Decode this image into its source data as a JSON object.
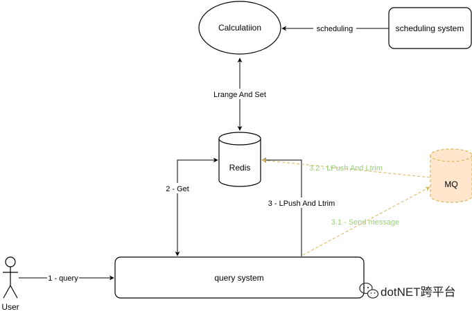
{
  "nodes": {
    "calculation": "Calculatiion",
    "scheduling_system": "scheduling system",
    "redis": "Redis",
    "mq": "MQ",
    "query_system": "query system",
    "user": "User"
  },
  "edges": {
    "scheduling": "scheduling",
    "lrange_and_set": "Lrange And Set",
    "get": "2 - Get",
    "lpush_and_ltrim": "3 - LPush And Ltrim",
    "mq_lpush_and_ltrim": "3.2 - LPush And Ltrim",
    "send_message": "3.1 - Send message",
    "query": "1 - query"
  },
  "watermark": {
    "text": "dotNET跨平台",
    "icon": "wechat-icon"
  },
  "colors": {
    "stroke": "#000000",
    "mq_fill": "#ffe6cc",
    "mq_stroke": "#d6b656",
    "green_label": "#97d077",
    "dashed_edge": "#d6b656"
  }
}
